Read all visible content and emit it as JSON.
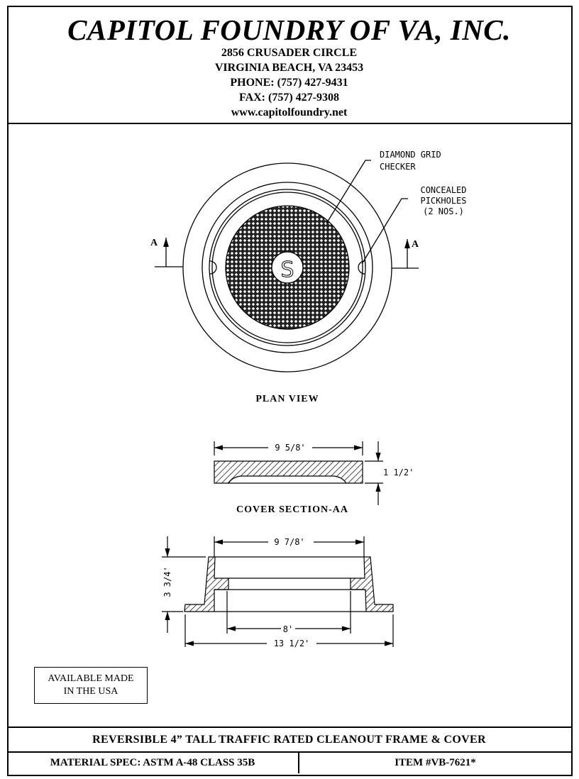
{
  "header": {
    "company": "CAPITOL FOUNDRY OF VA, INC.",
    "address1": "2856 CRUSADER CIRCLE",
    "address2": "VIRGINIA BEACH, VA 23453",
    "phone": "PHONE: (757) 427-9431",
    "fax": "FAX: (757) 427-9308",
    "website": "www.capitolfoundry.net"
  },
  "drawing": {
    "callout_checker": [
      "DIAMOND GRID",
      "CHECKER"
    ],
    "callout_pickholes": [
      "CONCEALED",
      "PICKHOLES",
      "(2 NOS.)"
    ],
    "section_marker": "A",
    "cover_logo": "S",
    "plan_view_label": "PLAN VIEW",
    "cover_width": "9 5/8'",
    "cover_height": "1 1/2'",
    "cover_section_label": "COVER SECTION-AA",
    "frame_top_width": "9 7/8'",
    "frame_height": "3 3/4'",
    "frame_opening": "8'",
    "frame_flange_width": "13 1/2'"
  },
  "notice": {
    "line1": "AVAILABLE MADE",
    "line2": "IN THE USA"
  },
  "footer": {
    "description": "REVERSIBLE 4” TALL TRAFFIC RATED CLEANOUT FRAME & COVER",
    "material_spec": "MATERIAL SPEC:  ASTM A-48 CLASS 35B",
    "item": "ITEM #VB-7621*"
  }
}
